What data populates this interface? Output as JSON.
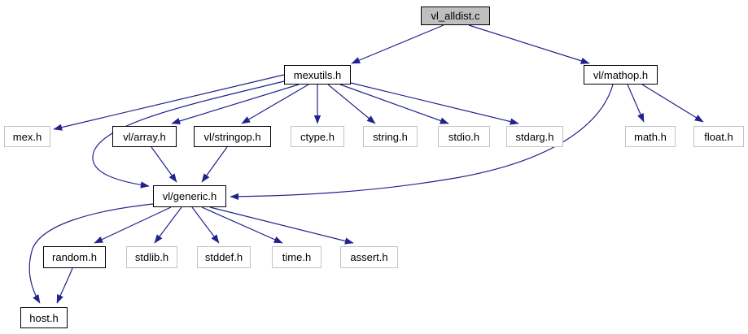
{
  "diagram": {
    "type": "include-dependency-graph",
    "root": "vl_alldist.c",
    "colors": {
      "edge": "#22228f",
      "root_fill": "#bfbfbf",
      "node_fill": "#ffffff",
      "documented_border": "#000000",
      "external_border": "#c3c3c3"
    },
    "nodes": [
      {
        "label": "vl_alldist.c",
        "kind": "root"
      },
      {
        "label": "mexutils.h",
        "kind": "documented"
      },
      {
        "label": "vl/mathop.h",
        "kind": "documented"
      },
      {
        "label": "mex.h",
        "kind": "external"
      },
      {
        "label": "vl/array.h",
        "kind": "documented"
      },
      {
        "label": "vl/stringop.h",
        "kind": "documented"
      },
      {
        "label": "ctype.h",
        "kind": "external"
      },
      {
        "label": "string.h",
        "kind": "external"
      },
      {
        "label": "stdio.h",
        "kind": "external"
      },
      {
        "label": "stdarg.h",
        "kind": "external"
      },
      {
        "label": "math.h",
        "kind": "external"
      },
      {
        "label": "float.h",
        "kind": "external"
      },
      {
        "label": "vl/generic.h",
        "kind": "documented"
      },
      {
        "label": "random.h",
        "kind": "documented"
      },
      {
        "label": "stdlib.h",
        "kind": "external"
      },
      {
        "label": "stddef.h",
        "kind": "external"
      },
      {
        "label": "time.h",
        "kind": "external"
      },
      {
        "label": "assert.h",
        "kind": "external"
      },
      {
        "label": "host.h",
        "kind": "documented"
      }
    ],
    "edges": [
      {
        "from": "vl_alldist.c",
        "to": "mexutils.h"
      },
      {
        "from": "vl_alldist.c",
        "to": "vl/mathop.h"
      },
      {
        "from": "mexutils.h",
        "to": "mex.h"
      },
      {
        "from": "mexutils.h",
        "to": "vl/array.h"
      },
      {
        "from": "mexutils.h",
        "to": "vl/stringop.h"
      },
      {
        "from": "mexutils.h",
        "to": "ctype.h"
      },
      {
        "from": "mexutils.h",
        "to": "string.h"
      },
      {
        "from": "mexutils.h",
        "to": "stdio.h"
      },
      {
        "from": "mexutils.h",
        "to": "stdarg.h"
      },
      {
        "from": "mexutils.h",
        "to": "vl/generic.h"
      },
      {
        "from": "vl/array.h",
        "to": "vl/generic.h"
      },
      {
        "from": "vl/stringop.h",
        "to": "vl/generic.h"
      },
      {
        "from": "vl/mathop.h",
        "to": "vl/generic.h"
      },
      {
        "from": "vl/mathop.h",
        "to": "math.h"
      },
      {
        "from": "vl/mathop.h",
        "to": "float.h"
      },
      {
        "from": "vl/generic.h",
        "to": "random.h"
      },
      {
        "from": "vl/generic.h",
        "to": "stdlib.h"
      },
      {
        "from": "vl/generic.h",
        "to": "stddef.h"
      },
      {
        "from": "vl/generic.h",
        "to": "time.h"
      },
      {
        "from": "vl/generic.h",
        "to": "assert.h"
      },
      {
        "from": "vl/generic.h",
        "to": "host.h"
      },
      {
        "from": "random.h",
        "to": "host.h"
      }
    ]
  }
}
